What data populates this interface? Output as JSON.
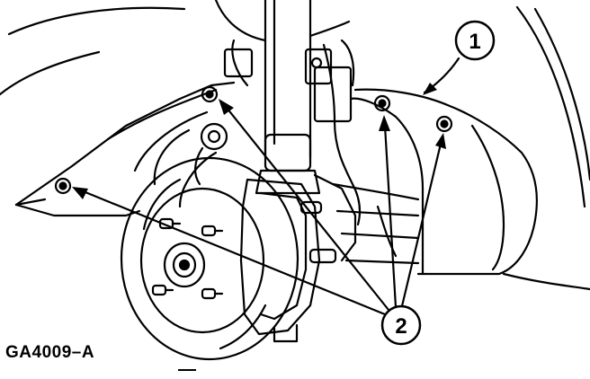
{
  "figure_code": "GA4009–A",
  "callouts": [
    {
      "number": "1",
      "refers_to": "splash-shield"
    },
    {
      "number": "2",
      "refers_to": "splash-shield-fasteners"
    }
  ],
  "colors": {
    "ink": "#000000",
    "paper": "#ffffff"
  }
}
